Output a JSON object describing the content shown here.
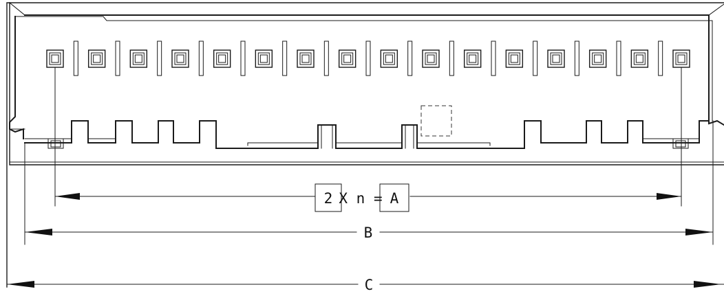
{
  "dimensions": {
    "pitch_multiplier": "2",
    "pitch_expr": "X n =",
    "pitch_result": "A",
    "overall_inner": "B",
    "overall_outer": "C"
  },
  "connector": {
    "contact_count": 16
  }
}
